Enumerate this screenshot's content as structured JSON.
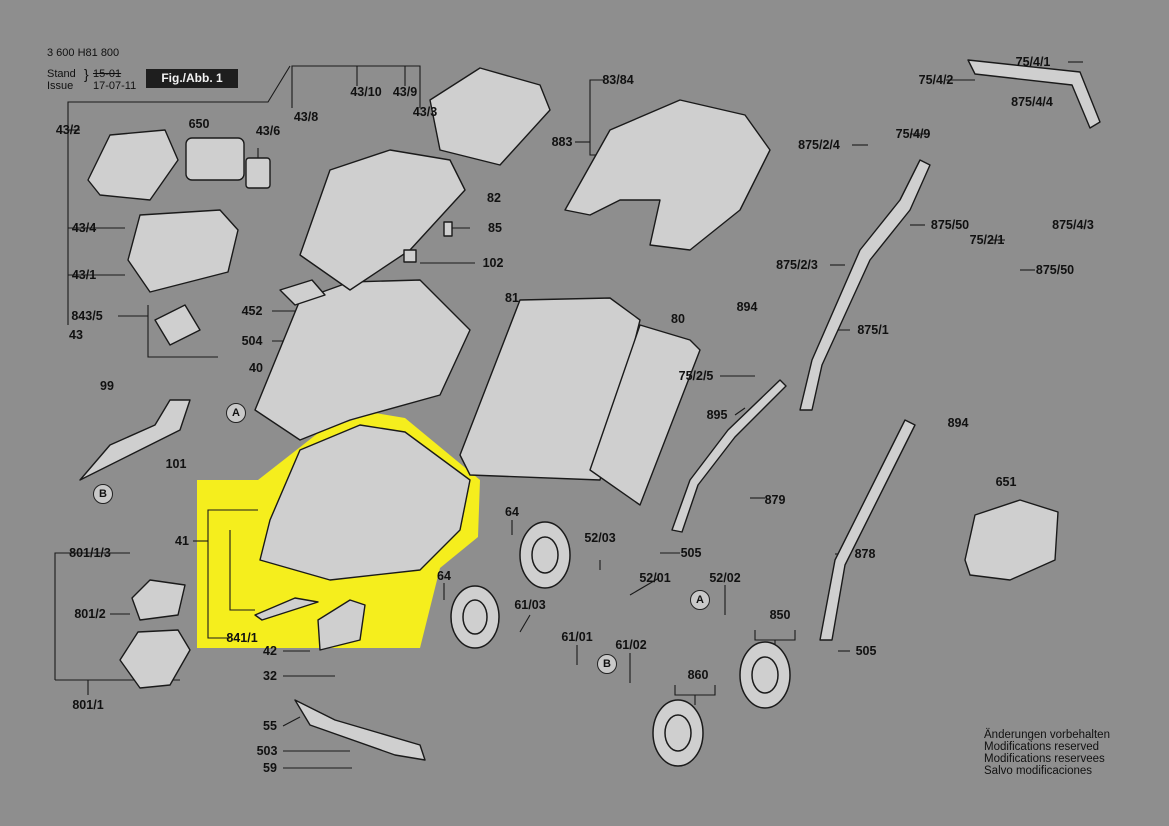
{
  "header": {
    "doc_number": "3 600 H81 800",
    "stand_label": "Stand",
    "stand_date": "15-01",
    "issue_label": "Issue",
    "issue_date": "17-07-11",
    "figure": "Fig./Abb. 1"
  },
  "highlight_color": "#f5ee1d",
  "parts": [
    {
      "id": "p-43-2",
      "text": "43/2"
    },
    {
      "id": "p-650",
      "text": "650"
    },
    {
      "id": "p-43-6",
      "text": "43/6"
    },
    {
      "id": "p-43-8",
      "text": "43/8"
    },
    {
      "id": "p-43-10",
      "text": "43/10"
    },
    {
      "id": "p-43-9",
      "text": "43/9"
    },
    {
      "id": "p-43-3",
      "text": "43/3"
    },
    {
      "id": "p-43-4",
      "text": "43/4"
    },
    {
      "id": "p-43-1",
      "text": "43/1"
    },
    {
      "id": "p-843-5",
      "text": "843/5"
    },
    {
      "id": "p-43",
      "text": "43"
    },
    {
      "id": "p-82",
      "text": "82"
    },
    {
      "id": "p-85",
      "text": "85"
    },
    {
      "id": "p-102",
      "text": "102"
    },
    {
      "id": "p-452",
      "text": "452"
    },
    {
      "id": "p-504",
      "text": "504"
    },
    {
      "id": "p-40",
      "text": "40"
    },
    {
      "id": "p-81",
      "text": "81"
    },
    {
      "id": "p-80",
      "text": "80"
    },
    {
      "id": "p-99",
      "text": "99"
    },
    {
      "id": "p-101",
      "text": "101"
    },
    {
      "id": "p-83-84",
      "text": "83/84"
    },
    {
      "id": "p-883",
      "text": "883"
    },
    {
      "id": "p-875-2-4",
      "text": "875/2/4"
    },
    {
      "id": "p-75-4-2",
      "text": "75/4/2"
    },
    {
      "id": "p-75-4-1",
      "text": "75/4/1"
    },
    {
      "id": "p-875-4-4",
      "text": "875/4/4"
    },
    {
      "id": "p-75-4-9",
      "text": "75/4/9"
    },
    {
      "id": "p-875-50a",
      "text": "875/50"
    },
    {
      "id": "p-75-2-1",
      "text": "75/2/1"
    },
    {
      "id": "p-875-4-3",
      "text": "875/4/3"
    },
    {
      "id": "p-875-2-3",
      "text": "875/2/3"
    },
    {
      "id": "p-875-50b",
      "text": "875/50"
    },
    {
      "id": "p-875-1",
      "text": "875/1"
    },
    {
      "id": "p-894a",
      "text": "894"
    },
    {
      "id": "p-75-2-5",
      "text": "75/2/5"
    },
    {
      "id": "p-895",
      "text": "895"
    },
    {
      "id": "p-894b",
      "text": "894"
    },
    {
      "id": "p-879",
      "text": "879"
    },
    {
      "id": "p-651",
      "text": "651"
    },
    {
      "id": "p-878",
      "text": "878"
    },
    {
      "id": "p-41",
      "text": "41"
    },
    {
      "id": "p-841-1",
      "text": "841/1"
    },
    {
      "id": "p-801-1-3",
      "text": "801/1/3"
    },
    {
      "id": "p-801-2",
      "text": "801/2"
    },
    {
      "id": "p-801-1",
      "text": "801/1"
    },
    {
      "id": "p-64a",
      "text": "64"
    },
    {
      "id": "p-52-03",
      "text": "52/03"
    },
    {
      "id": "p-505a",
      "text": "505"
    },
    {
      "id": "p-52-01",
      "text": "52/01"
    },
    {
      "id": "p-52-02",
      "text": "52/02"
    },
    {
      "id": "p-64b",
      "text": "64"
    },
    {
      "id": "p-61-03",
      "text": "61/03"
    },
    {
      "id": "p-61-01",
      "text": "61/01"
    },
    {
      "id": "p-61-02",
      "text": "61/02"
    },
    {
      "id": "p-850",
      "text": "850"
    },
    {
      "id": "p-860",
      "text": "860"
    },
    {
      "id": "p-505b",
      "text": "505"
    },
    {
      "id": "p-42",
      "text": "42"
    },
    {
      "id": "p-32",
      "text": "32"
    },
    {
      "id": "p-55",
      "text": "55"
    },
    {
      "id": "p-503",
      "text": "503"
    },
    {
      "id": "p-59",
      "text": "59"
    }
  ],
  "refs": [
    {
      "id": "ref-a1",
      "text": "A"
    },
    {
      "id": "ref-b1",
      "text": "B"
    },
    {
      "id": "ref-a2",
      "text": "A"
    },
    {
      "id": "ref-b2",
      "text": "B"
    }
  ],
  "notes": [
    "Änderungen vorbehalten",
    "Modifications reserved",
    "Modifications reservees",
    "Salvo modificaciones"
  ]
}
